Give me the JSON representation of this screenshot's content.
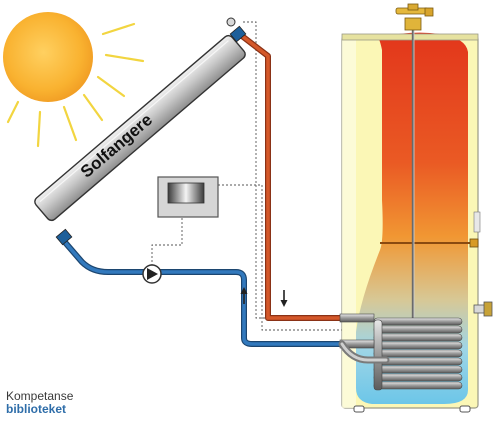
{
  "diagram": {
    "collector_label": "Solfangere"
  },
  "brand": {
    "line1": "Kompetanse",
    "line2": "biblioteket"
  },
  "colors": {
    "sun": "#f7b32b",
    "sun_rays": "#f2d540",
    "hot_pipe": "#d4582a",
    "cold_pipe": "#2e6da9",
    "tank_top": "#e23a1c",
    "tank_bottom": "#74c8e6",
    "tank_jacket": "#faf6b0"
  }
}
